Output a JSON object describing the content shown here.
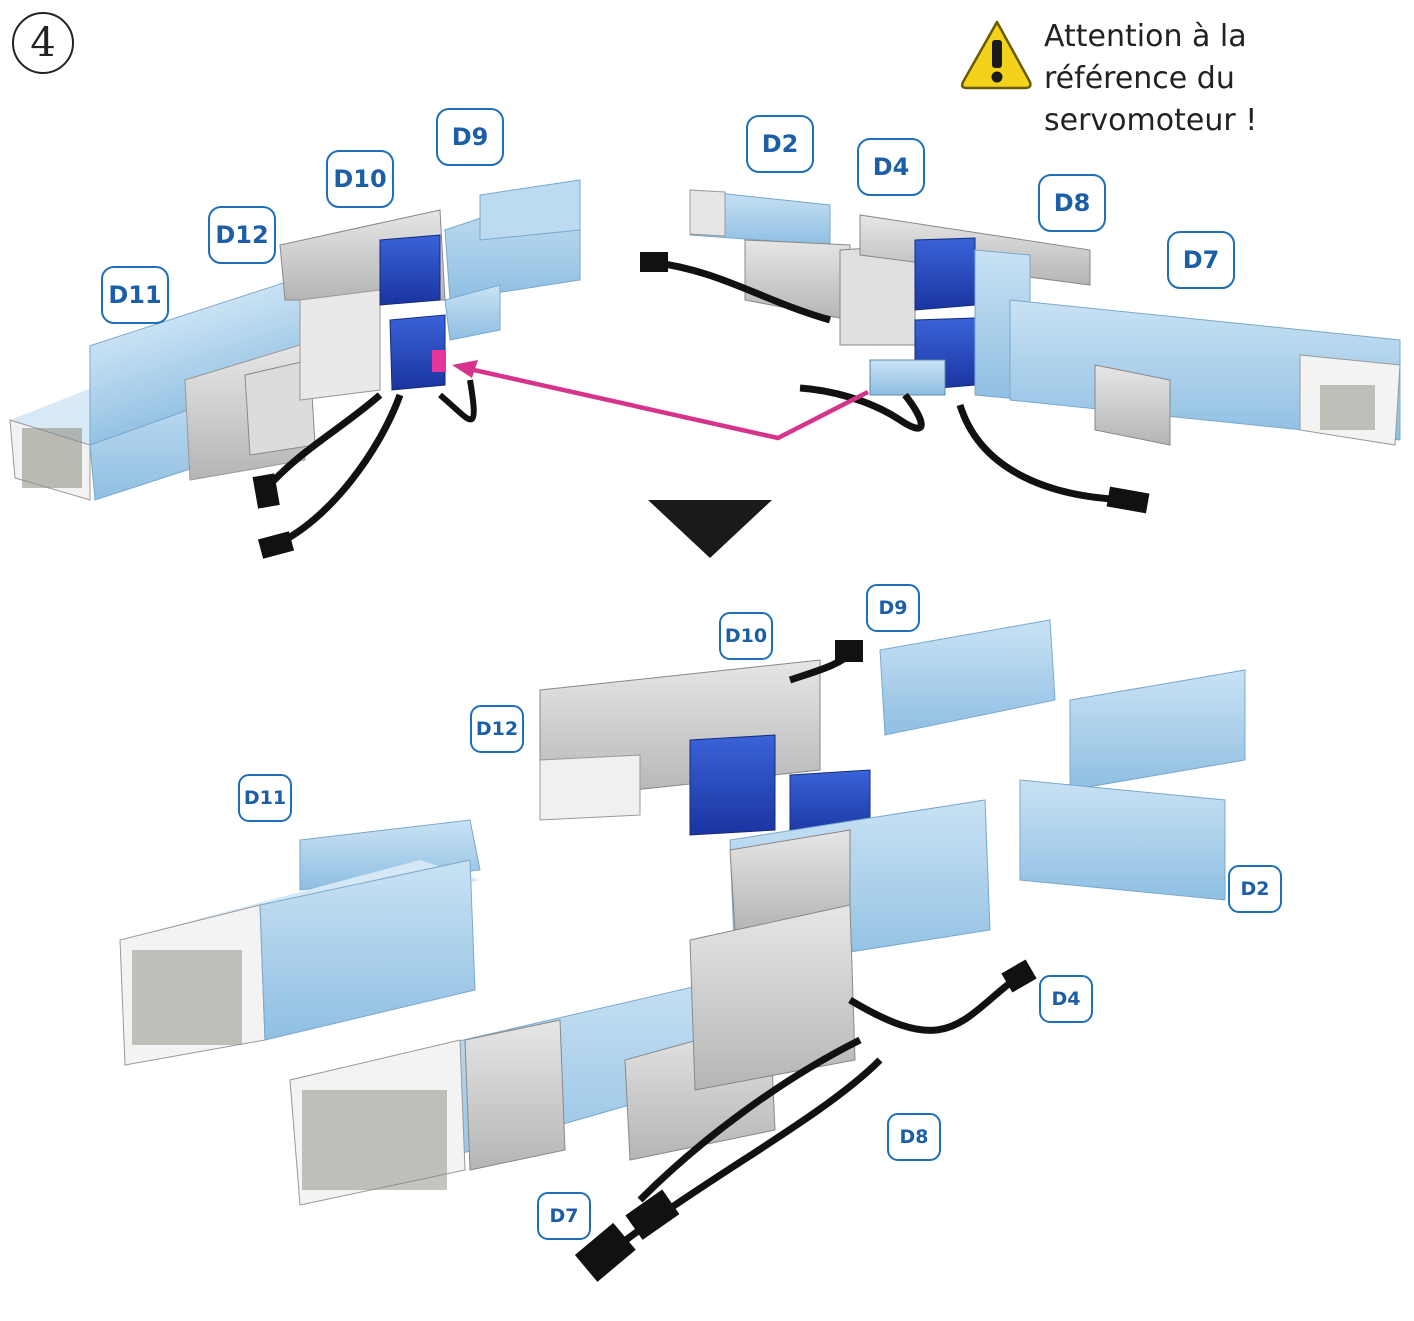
{
  "step": {
    "number": "4"
  },
  "warning": {
    "icon": "warning-triangle-icon",
    "lines": [
      "Attention à la",
      "référence du",
      "servomoteur !"
    ]
  },
  "top_labels": {
    "d9": "D9",
    "d10": "D10",
    "d12": "D12",
    "d11": "D11",
    "d2": "D2",
    "d4": "D4",
    "d8": "D8",
    "d7": "D7"
  },
  "bottom_labels": {
    "d9": "D9",
    "d10": "D10",
    "d12": "D12",
    "d11": "D11",
    "d2": "D2",
    "d4": "D4",
    "d8": "D8",
    "d7": "D7"
  },
  "colors": {
    "label_border": "#1f6fb8",
    "label_text": "#1d5fa6",
    "arrow": "#d6348a",
    "light_blue": "#a9cfea",
    "dark_blue": "#2346c2",
    "grey": "#8d8d8d",
    "warning_yellow": "#f2d21a"
  }
}
